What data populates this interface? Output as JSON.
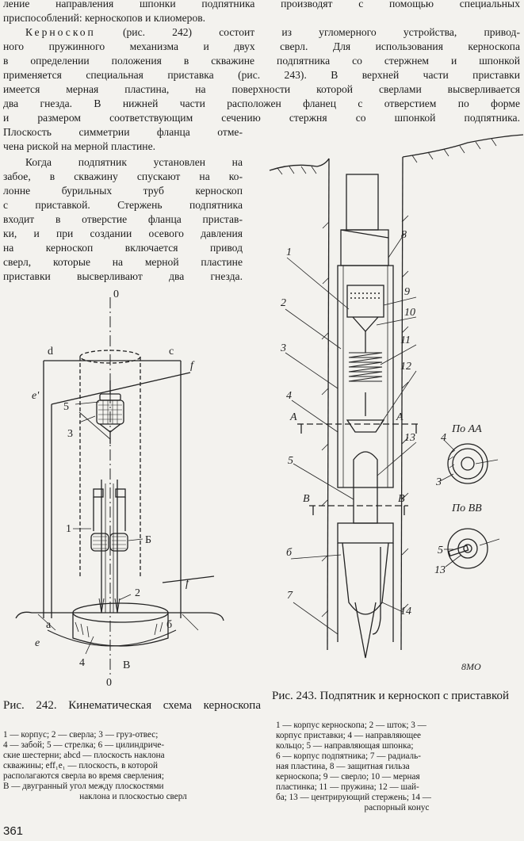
{
  "body_text": {
    "line1": "ление направления шпонки подпятника производят с помощью специальных",
    "line2": "приспособлений: керноскопов и клиомеров.",
    "p2_term": "Керноскоп",
    "p2_line1_rest": "(рис. 242) состоит из угломерного устройства, привод-",
    "p2_line2": "ного пружинного механизма и двух сверл. Для использования керноскопа",
    "p2_line3": "в определении положения в скважине подпятника со стержнем и шпонкой",
    "p2_line4": "применяется специальная приставка (рис. 243). В верхней части приставки",
    "p2_line5": "имеется мерная пластина, на поверхности которой сверлами высверливается",
    "p2_line6": "два гнезда. В нижней части расположен фланец с отверстием по форме",
    "p2_line7": "и размером соответствующим сечению стержня со шпонкой подпятника.",
    "p2_line8": "Плоскость симметрии фланца отме-",
    "p2_line9": "чена риской на мерной пластине.",
    "p3_lines": [
      "Когда подпятник установлен на",
      "забое, в скважину спускают на ко-",
      "лонне бурильных труб керноскоп",
      "с приставкой. Стержень подпятника",
      "входит в отверстие фланца пристав-",
      "ки, и при создании осевого давления",
      "на керноскоп включается привод",
      "сверл, которые на мерной пластине",
      "приставки высверливают два гнезда."
    ]
  },
  "figure242": {
    "labels": {
      "O_top": "0",
      "O_bottom": "0",
      "d": "d",
      "c": "c",
      "e": "e",
      "e_prime": "e'",
      "f_top": "f",
      "f_bottom": "f",
      "a": "a",
      "b": "б",
      "B": "B",
      "n1": "1",
      "n2": "2",
      "n3": "3",
      "n4": "4",
      "n5": "5",
      "n6": "Б"
    },
    "caption": "Рис. 242. Кинематическая схема керноскопа",
    "legend": [
      "1 — корпус; 2 — сверла; 3 — груз-отвес;",
      "4 — забой; 5 — стрелка; 6 — цилиндриче-",
      "ские шестерни; abcd — плоскость наклона",
      "скважины; eff₁e₁ — плоскость, в которой",
      "располагаются сверла во время сверления;",
      "B — двугранный угол между плоскостями",
      "наклона и плоскостью сверл"
    ]
  },
  "figure243": {
    "labels": {
      "n1": "1",
      "n2": "2",
      "n3": "3",
      "n4": "4",
      "n5": "5",
      "n6": "б",
      "n7": "7",
      "n8": "8",
      "n9": "9",
      "n10": "10",
      "n11": "11",
      "n12": "12",
      "n13": "13",
      "n14": "14",
      "A_left": "A",
      "A_right": "A",
      "B_left": "B",
      "B_right": "B",
      "sectionAA": "По АА",
      "sectionBB": "По ВВ",
      "secA4": "4",
      "secA3": "3",
      "secB5": "5",
      "secB13": "13",
      "signature": "8MO"
    },
    "caption": "Рис. 243. Подпятник и керноскоп с приставкой",
    "legend": [
      "1 — корпус керноскопа; 2 — шток; 3 —",
      "корпус приставки; 4 — направляющее",
      "кольцо; 5 — направляющая шпонка;",
      "6 — корпус подпятника; 7 — радиаль-",
      "ная пластина, 8 — защитная гильза",
      "керноскопа; 9 — сверло; 10 — мерная",
      "пластинка; 11 — пружина; 12 — шай-",
      "ба; 13 — центрирующий стержень; 14 —",
      "распорный конус"
    ]
  },
  "page_number": "361"
}
